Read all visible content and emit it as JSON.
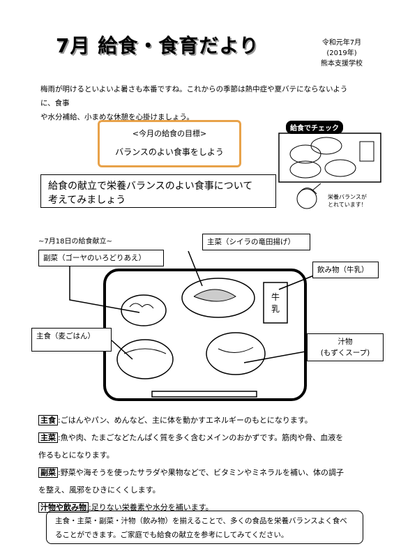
{
  "header": {
    "title": "7月 給食・食育だより",
    "date": "令和元年7月",
    "year": "(2019年)",
    "school": "熊本支援学校"
  },
  "intro": {
    "line1": "梅雨が明けるといよいよ暑さも本番ですね。これからの季節は熱中症や夏バテにならないように、食事",
    "line2": "や水分補給、小まめな休憩を心掛けましょう。"
  },
  "goal": {
    "heading": "<今月の給食の目標>",
    "text": "バランスのよい食事をしよう"
  },
  "check_panel": {
    "title": "給食でチェック",
    "caption1": "栄養バランスが",
    "caption2": "とれています！"
  },
  "purpose": {
    "line1": "給食の献立で栄養バランスのよい食事について",
    "line2": "考えてみましょう"
  },
  "menu": {
    "heading": "~7月18日の給食献立~",
    "fukusai": "副菜（ゴーヤのいろどりあえ）",
    "shusai": "主菜（シイラの竜田揚げ）",
    "nomimono": "飲み物（牛乳）",
    "shushoku": "主食（麦ごはん）",
    "shirumono_1": "汁物",
    "shirumono_2": "(もずくスープ)",
    "milk_text": "牛乳"
  },
  "legend": [
    {
      "tag": "主食",
      "text": ":ごはんやパン、めんなど、主に体を動かすエネルギーのもとになります。",
      "cont": ""
    },
    {
      "tag": "主菜",
      "text": ":魚や肉、たまごなどたんぱく質を多く含むメインのおかずです。筋肉や骨、血液を",
      "cont": "作るもとになります。"
    },
    {
      "tag": "副菜",
      "text": ":野菜や海そうを使ったサラダや果物などで、ビタミンやミネラルを補い、体の調子",
      "cont": "を整え、風邪をひきにくくします。"
    },
    {
      "tag": "汁物や飲み物",
      "text": ":足りない栄養素や水分を補います。",
      "cont": ""
    }
  ],
  "summary": {
    "line1": "主食・主菜・副菜・汁物（飲み物）を揃えることで、多くの食品を栄養バランスよく食べ",
    "line2": "ることができます。ご家庭でも給食の献立を参考にしてみてください。"
  }
}
